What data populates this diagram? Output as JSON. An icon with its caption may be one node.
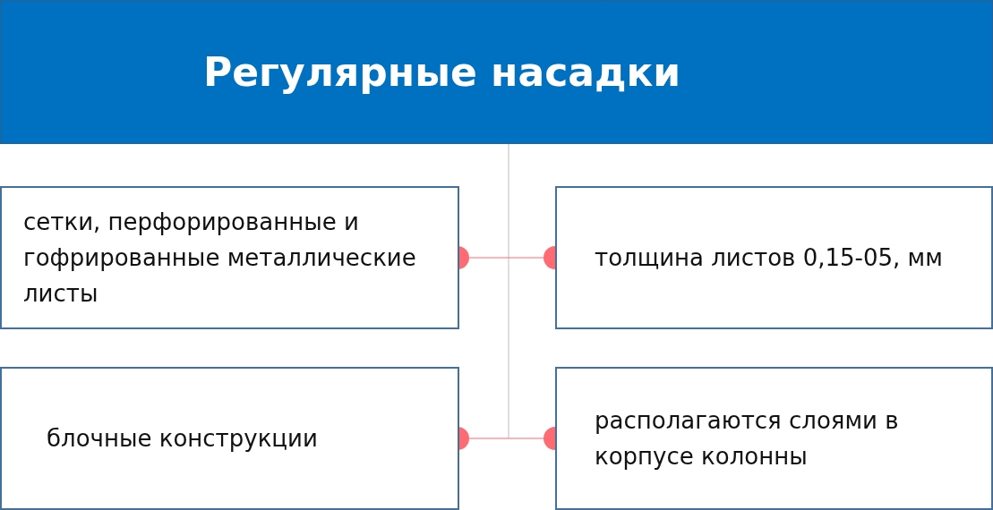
{
  "diagram": {
    "nodes": [
      {
        "text": [
          "Регулярные насадки"
        ]
      },
      {
        "text": [
          "сетки, перфорированные и гофрированные металлические листы"
        ]
      },
      {
        "text": [
          "толщина листов 0,15-05, мм"
        ]
      },
      {
        "text": [
          "блочные конструкции"
        ]
      },
      {
        "text": [
          "располагаются слоями в корпусе колонны"
        ]
      }
    ],
    "edges": [
      {
        "from": 0,
        "to": null,
        "arrow": "none",
        "color": "#c8c8c8"
      },
      {
        "from": 1,
        "to": 2,
        "arrow": "other"
      },
      {
        "from": 3,
        "to": 4,
        "arrow": "other"
      }
    ]
  }
}
